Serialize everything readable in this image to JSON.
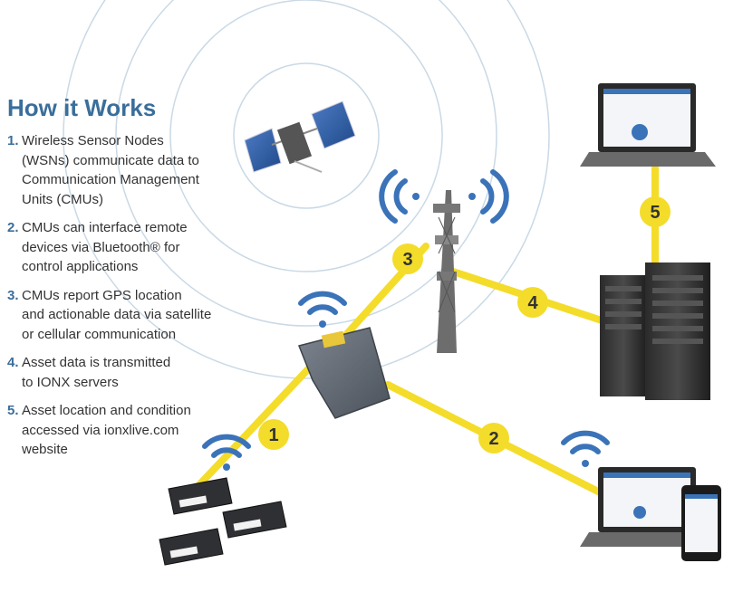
{
  "title": "How it Works",
  "steps": [
    {
      "num": "1.",
      "text": "Wireless Sensor Nodes\n(WSNs) communicate data to\nCommunication Management\nUnits (CMUs)"
    },
    {
      "num": "2.",
      "text": "CMUs can interface remote\ndevices via Bluetooth® for\ncontrol applications"
    },
    {
      "num": "3.",
      "text": "CMUs report GPS location\nand actionable data via satellite\nor cellular communication"
    },
    {
      "num": "4.",
      "text": "Asset data is transmitted\nto IONX servers"
    },
    {
      "num": "5.",
      "text": "Asset location and condition\naccessed via ionxlive.com\nwebsite"
    }
  ],
  "badges": [
    "1",
    "2",
    "3",
    "4",
    "5"
  ],
  "colors": {
    "accent": "#3a6e9b",
    "link": "#f4dc2a",
    "wifi": "#3b73b9",
    "ring": "#c9d9e6"
  }
}
